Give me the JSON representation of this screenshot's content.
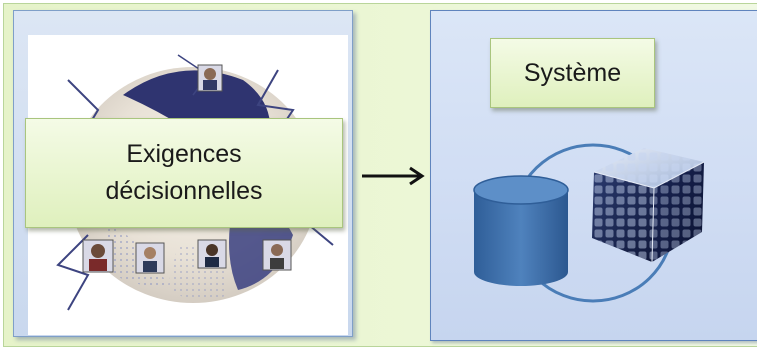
{
  "left_panel": {
    "label_line1": "Exigences",
    "label_line2": "décisionnelles",
    "icon": "network-people-globe-icon"
  },
  "right_panel": {
    "label": "Système",
    "icons": [
      "database-cylinder-icon",
      "data-cube-icon",
      "connection-ring-icon"
    ]
  },
  "connector": {
    "icon": "arrow-right-icon"
  },
  "colors": {
    "outer_background": "#e9f5d2",
    "panel_blue": "#cfdcf3",
    "label_green": "#dff0bd",
    "cylinder_blue": "#3f6ea6"
  }
}
